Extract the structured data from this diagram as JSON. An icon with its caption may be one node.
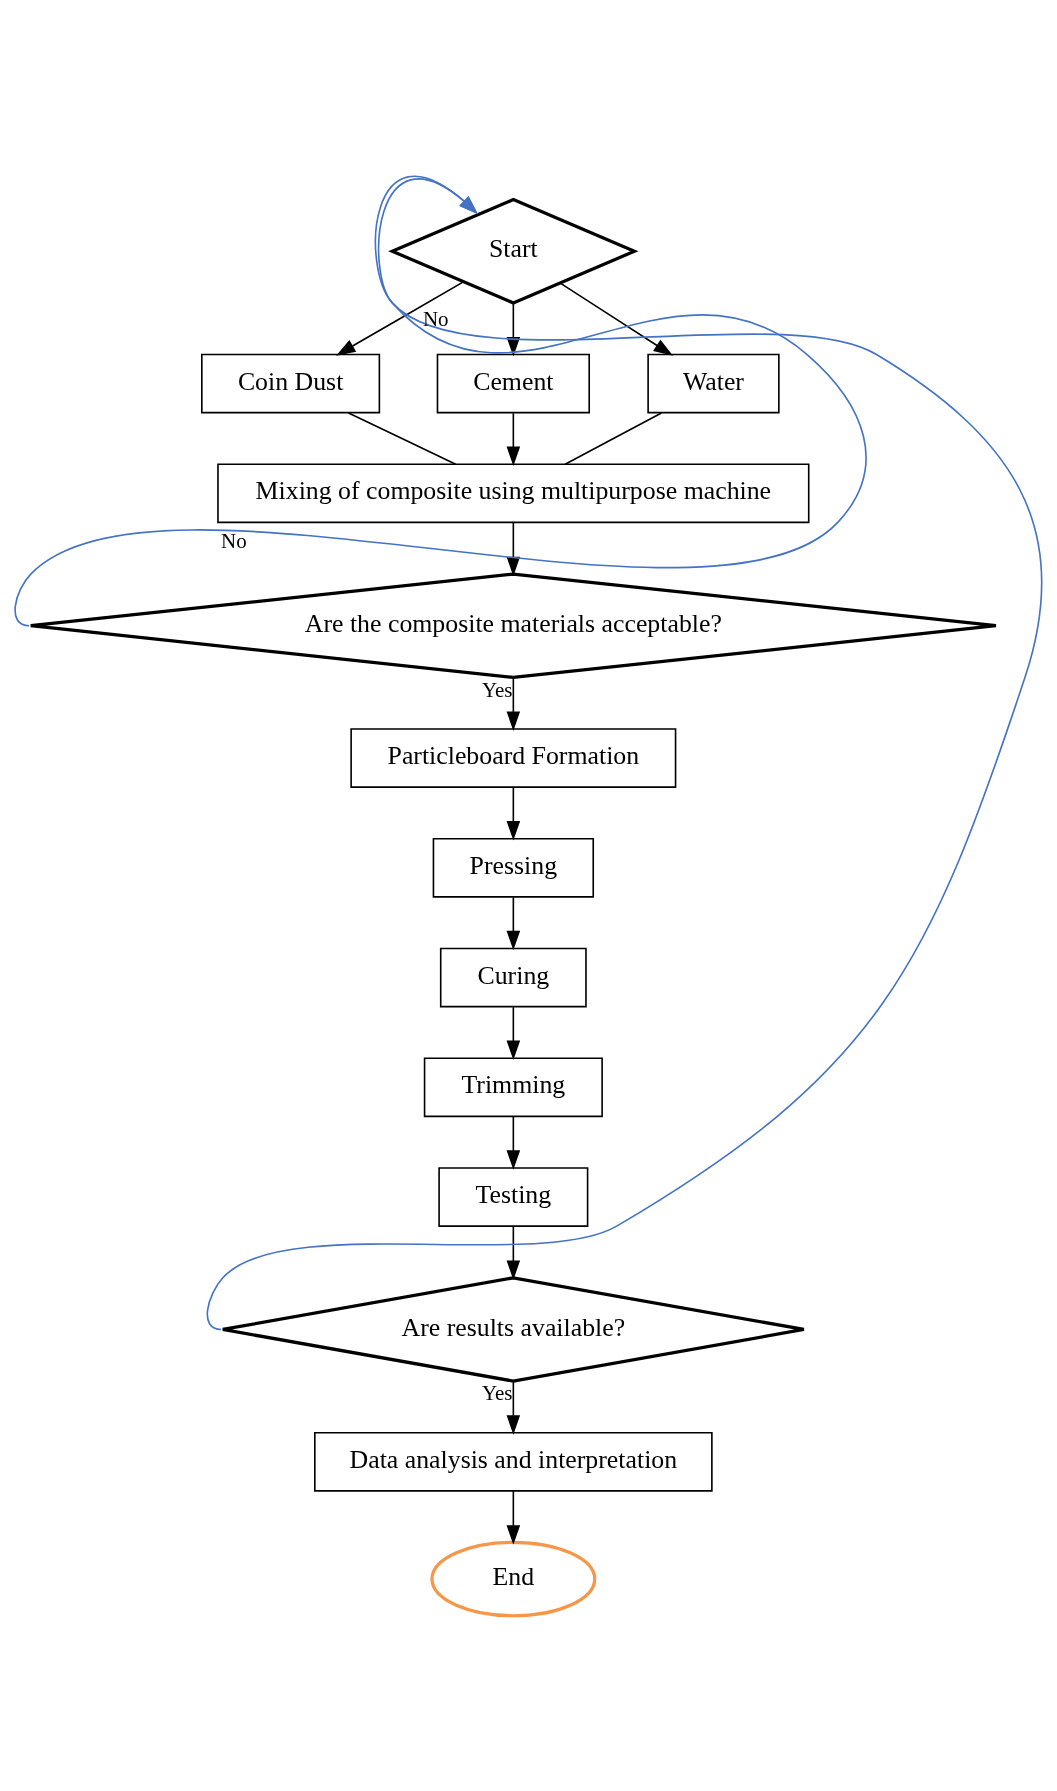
{
  "diagram": {
    "nodes": [
      {
        "text": [
          "Start"
        ]
      },
      {
        "text": [
          "Coin Dust"
        ]
      },
      {
        "text": [
          "Cement"
        ]
      },
      {
        "text": [
          "Water"
        ]
      },
      {
        "text": [
          "Mixing of composite using multipurpose machine"
        ]
      },
      {
        "text": [
          "Are the composite materials acceptable?"
        ]
      },
      {
        "text": [
          "Particleboard Formation"
        ]
      },
      {
        "text": [
          "Pressing"
        ]
      },
      {
        "text": [
          "Curing"
        ]
      },
      {
        "text": [
          "Trimming"
        ]
      },
      {
        "text": [
          "Testing"
        ]
      },
      {
        "text": [
          "Are results available?"
        ]
      },
      {
        "text": [
          "Data analysis and interpretation"
        ]
      },
      {
        "text": [
          "End"
        ]
      }
    ],
    "edges": [
      {
        "from": 0,
        "to": 1,
        "arrow": "to"
      },
      {
        "from": 0,
        "to": 2,
        "arrow": "to"
      },
      {
        "from": 0,
        "to": 3,
        "arrow": "to"
      },
      {
        "from": 1,
        "to": 4,
        "arrow": "none"
      },
      {
        "from": 2,
        "to": 4,
        "arrow": "to"
      },
      {
        "from": 3,
        "to": 4,
        "arrow": "none"
      },
      {
        "from": 4,
        "to": 5,
        "arrow": "to"
      },
      {
        "from": 5,
        "to": 0,
        "arrow": "to",
        "label": "No",
        "color": "#4472c4"
      },
      {
        "from": 5,
        "to": 6,
        "arrow": "to",
        "label": "Yes"
      },
      {
        "from": 6,
        "to": 7,
        "arrow": "to"
      },
      {
        "from": 7,
        "to": 8,
        "arrow": "to"
      },
      {
        "from": 8,
        "to": 9,
        "arrow": "to"
      },
      {
        "from": 9,
        "to": 10,
        "arrow": "to"
      },
      {
        "from": 10,
        "to": 11,
        "arrow": "to"
      },
      {
        "from": 11,
        "to": 0,
        "arrow": "to",
        "label": "No",
        "color": "#4472c4"
      },
      {
        "from": 11,
        "to": 12,
        "arrow": "to",
        "label": "Yes"
      },
      {
        "from": 12,
        "to": 13,
        "arrow": "to"
      }
    ]
  }
}
